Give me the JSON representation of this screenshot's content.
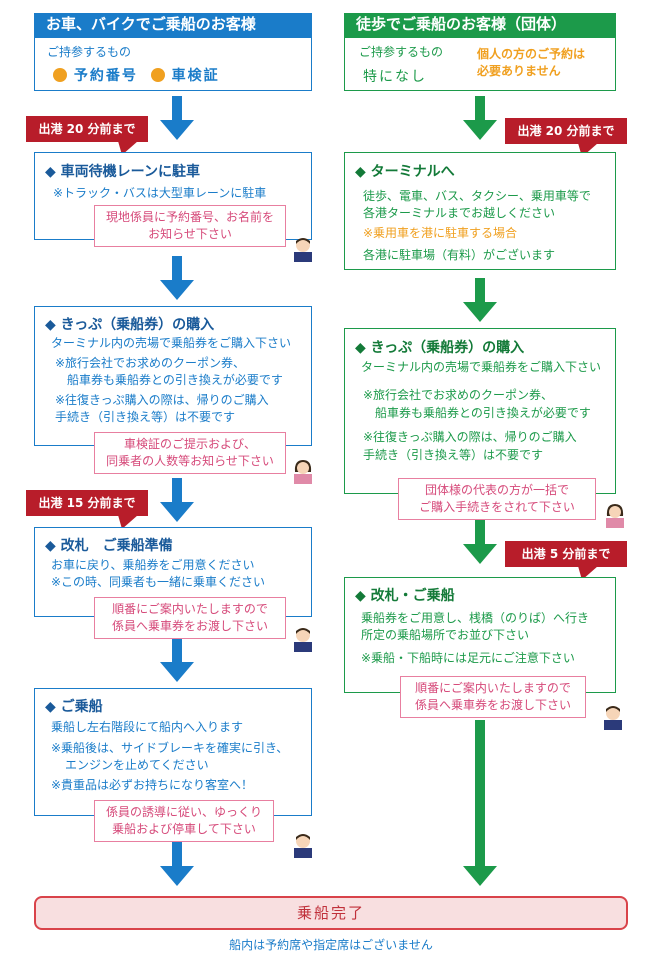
{
  "left": {
    "header": "お車、バイクでご乗船のお客様",
    "bring_label": "ご持参するもの",
    "item1": "予約番号",
    "item2": "車検証",
    "tag1": "出港 20 分前まで",
    "step1": {
      "title": "◆ 車両待機レーンに駐車",
      "lines": [
        "※トラック・バスは大型車レーンに駐車"
      ],
      "note": [
        "現地係員に予約番号、お名前を",
        "お知らせ下さい"
      ]
    },
    "step2": {
      "title": "◆ きっぷ（乗船券）の購入",
      "lines": [
        "ターミナル内の売場で乗船券をご購入下さい",
        "※旅行会社でお求めのクーポン券、",
        "船車券も乗船券との引き換えが必要です",
        "※往復きっぷ購入の際は、帰りのご購入",
        "手続き（引き換え等）は不要です"
      ],
      "note": [
        "車検証のご提示および、",
        "同乗者の人数等お知らせ下さい"
      ]
    },
    "tag2": "出港 15 分前まで",
    "step3": {
      "title": "◆ 改札　ご乗船準備",
      "lines": [
        "お車に戻り、乗船券をご用意ください",
        "※この時、同乗者も一緒に乗車ください"
      ],
      "note": [
        "順番にご案内いたしますので",
        "係員へ乗車券をお渡し下さい"
      ]
    },
    "step4": {
      "title": "◆ ご乗船",
      "lines": [
        "乗船し左右階段にて船内へ入ります",
        "※乗船後は、サイドブレーキを確実に引き、",
        "エンジンを止めてください",
        "※貴重品は必ずお持ちになり客室へ！"
      ],
      "note": [
        "係員の誘導に従い、ゆっくり",
        "乗船および停車して下さい"
      ]
    }
  },
  "right": {
    "header": "徒歩でご乗船のお客様（団体）",
    "bring_label": "ご持参するもの",
    "nothing": "特になし",
    "notice": [
      "個人の方のご予約は",
      "必要ありません"
    ],
    "tag1": "出港 20 分前まで",
    "step1": {
      "title": "◆ ターミナルへ",
      "lines": [
        "徒歩、電車、バス、タクシー、乗用車等で",
        "各港ターミナルまでお越しください"
      ],
      "orange_line": "※乗用車を港に駐車する場合",
      "line_after": "各港に駐車場（有料）がございます"
    },
    "step2": {
      "title": "◆ きっぷ（乗船券）の購入",
      "lines": [
        "ターミナル内の売場で乗船券をご購入下さい",
        "※旅行会社でお求めのクーポン券、",
        "船車券も乗船券との引き換えが必要です",
        "※往復きっぷ購入の際は、帰りのご購入",
        "手続き（引き換え等）は不要です"
      ],
      "note": [
        "団体様の代表の方が一括で",
        "ご購入手続きをされて下さい"
      ]
    },
    "tag2": "出港 5 分前まで",
    "step3": {
      "title": "◆ 改札・ご乗船",
      "lines": [
        "乗船券をご用意し、桟橋（のりば）へ行き",
        "所定の乗船場所でお並び下さい",
        "※乗船・下船時には足元にご注意下さい"
      ],
      "note": [
        "順番にご案内いたしますので",
        "係員へ乗車券をお渡し下さい"
      ]
    }
  },
  "final": {
    "label": "乗船完了",
    "sub": "船内は予約席や指定席はございません"
  },
  "colors": {
    "blue": "#1a7cc9",
    "green": "#1c9a4a",
    "tag": "#b81d2a",
    "note": "#e87fa0",
    "orange": "#f0a020"
  }
}
